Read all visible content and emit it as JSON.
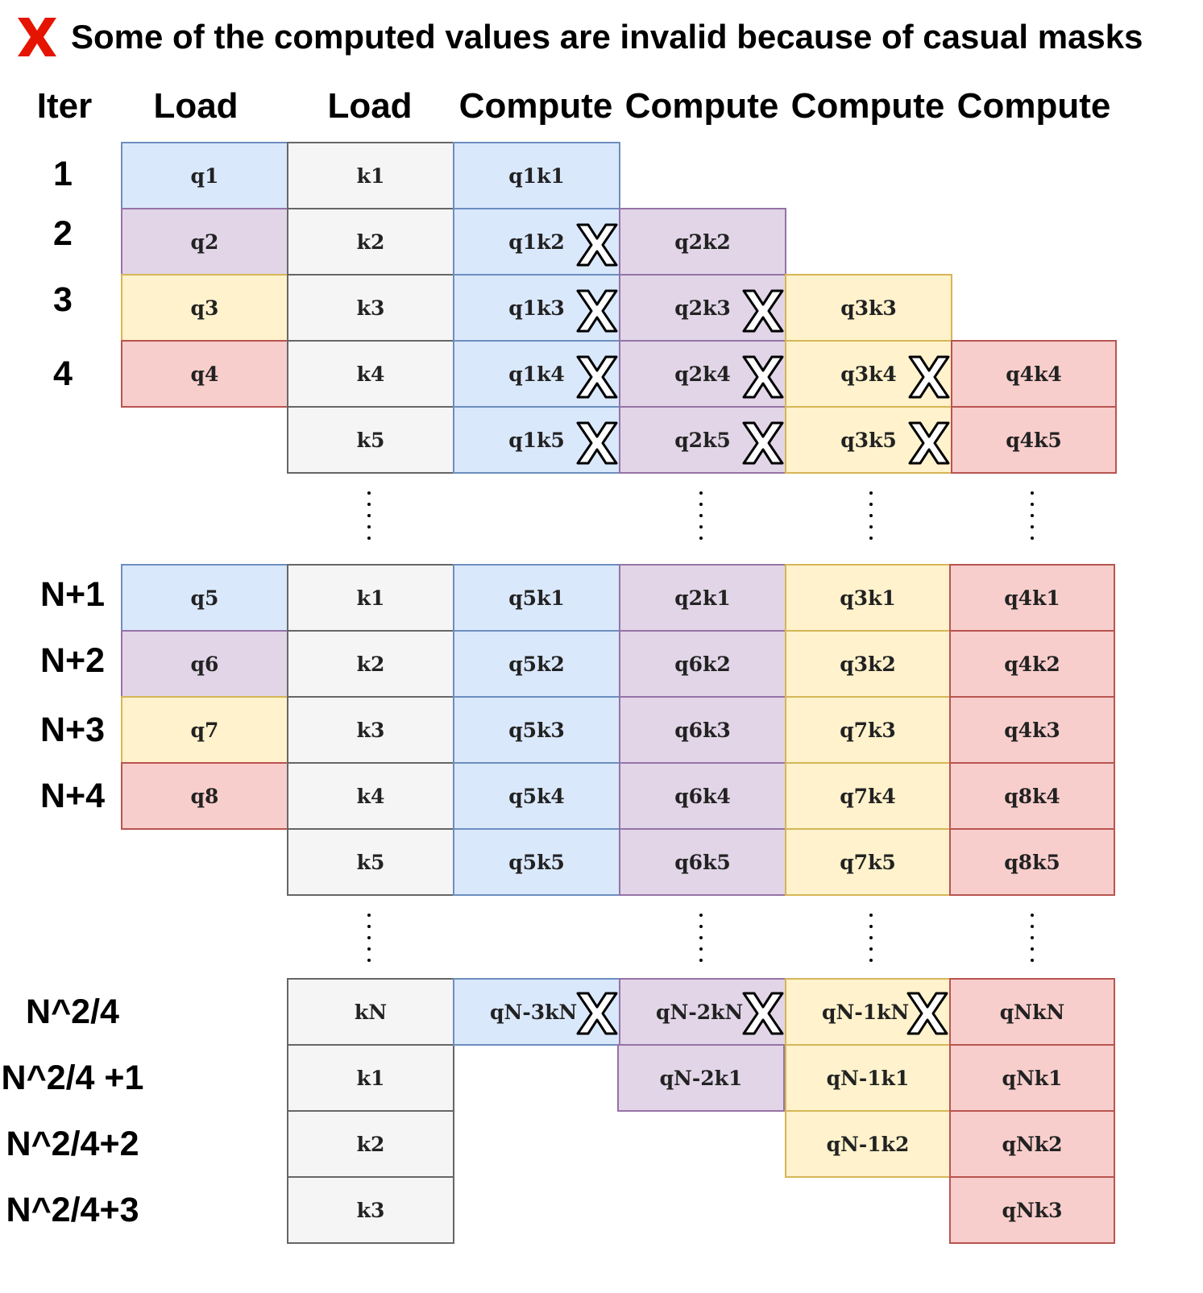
{
  "legend": {
    "text": "Some of the computed values are invalid because of casual masks"
  },
  "headers": [
    "Iter",
    "Load",
    "Load",
    "Compute",
    "Compute",
    "Compute",
    "Compute"
  ],
  "iterations": [
    "1",
    "2",
    "3",
    "4",
    "N+1",
    "N+2",
    "N+3",
    "N+4",
    "N^2/4",
    "N^2/4 +1",
    "N^2/4+2",
    "N^2/4+3"
  ],
  "block1": {
    "q": [
      "q1",
      "q2",
      "q3",
      "q4"
    ],
    "k": [
      "k1",
      "k2",
      "k3",
      "k4",
      "k5"
    ],
    "c1": [
      "q1k1",
      "q1k2",
      "q1k3",
      "q1k4",
      "q1k5"
    ],
    "c2": [
      "q2k2",
      "q2k3",
      "q2k4",
      "q2k5"
    ],
    "c3": [
      "q3k3",
      "q3k4",
      "q3k5"
    ],
    "c4": [
      "q4k4",
      "q4k5"
    ]
  },
  "block2": {
    "q": [
      "q5",
      "q6",
      "q7",
      "q8"
    ],
    "k": [
      "k1",
      "k2",
      "k3",
      "k4",
      "k5"
    ],
    "c1": [
      "q5k1",
      "q5k2",
      "q5k3",
      "q5k4",
      "q5k5"
    ],
    "c2": [
      "q2k1",
      "q6k2",
      "q6k3",
      "q6k4",
      "q6k5"
    ],
    "c3": [
      "q3k1",
      "q3k2",
      "q7k3",
      "q7k4",
      "q7k5"
    ],
    "c4": [
      "q4k1",
      "q4k2",
      "q4k3",
      "q8k4",
      "q8k5"
    ]
  },
  "block3": {
    "k": [
      "kN",
      "k1",
      "k2",
      "k3"
    ],
    "c1": [
      "qN-3kN"
    ],
    "c2": [
      "qN-2kN",
      "qN-2k1"
    ],
    "c3": [
      "qN-1kN",
      "qN-1k1",
      "qN-1k2"
    ],
    "c4": [
      "qNkN",
      "qNk1",
      "qNk2",
      "qNk3"
    ]
  },
  "colors": {
    "blue": "#dae8fc",
    "purple": "#e1d5e7",
    "yellow": "#fff2cc",
    "red": "#f8cecc",
    "gray": "#f5f5f5",
    "legend_x": "#e51400"
  }
}
